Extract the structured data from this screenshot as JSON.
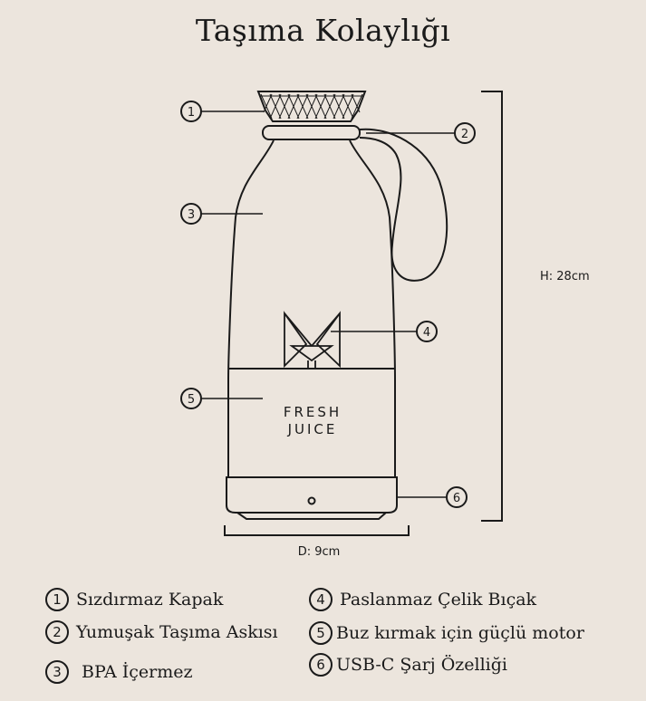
{
  "title": "Taşıma Kolaylığı",
  "callouts": [
    "1",
    "2",
    "3",
    "4",
    "5",
    "6"
  ],
  "product_text": {
    "line1": "FRESH",
    "line2": "JUICE"
  },
  "dimensions": {
    "height": "H: 28cm",
    "diameter": "D: 9cm"
  },
  "legend": [
    {
      "num": "1",
      "label": "Sızdırmaz Kapak"
    },
    {
      "num": "2",
      "label": "Yumuşak Taşıma Askısı"
    },
    {
      "num": "3",
      "label": "BPA İçermez"
    },
    {
      "num": "4",
      "label": "Paslanmaz Çelik Bıçak"
    },
    {
      "num": "5",
      "label": "Buz kırmak için güçlü motor"
    },
    {
      "num": "6",
      "label": "USB-C Şarj Özelliği"
    }
  ],
  "colors": {
    "background": "#ece5dd",
    "stroke": "#1a1a1a"
  }
}
